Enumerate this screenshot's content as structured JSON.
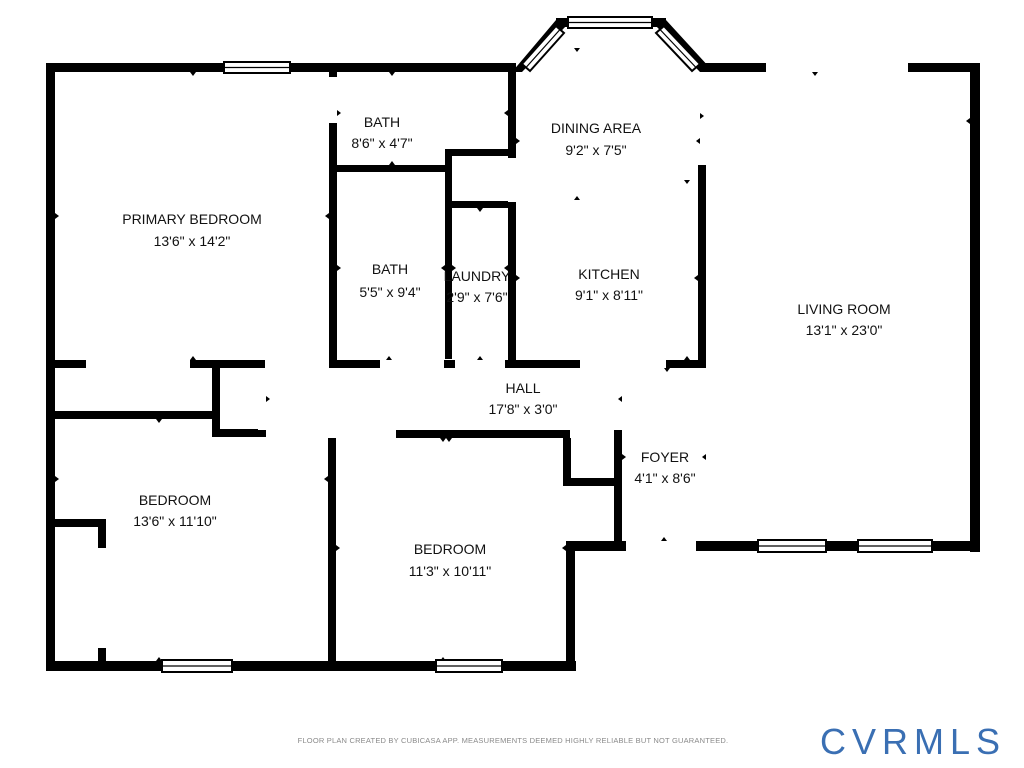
{
  "rooms": [
    {
      "id": "primary-bedroom",
      "name": "PRIMARY BEDROOM",
      "dim": "13'6\" x 14'2\""
    },
    {
      "id": "bath-upper",
      "name": "BATH",
      "dim": "8'6\" x 4'7\""
    },
    {
      "id": "bath-lower",
      "name": "BATH",
      "dim": "5'5\" x 9'4\""
    },
    {
      "id": "laundry",
      "name": "LAUNDRY",
      "dim": "2'9\" x 7'6\""
    },
    {
      "id": "dining-area",
      "name": "DINING AREA",
      "dim": "9'2\" x 7'5\""
    },
    {
      "id": "kitchen",
      "name": "KITCHEN",
      "dim": "9'1\" x 8'11\""
    },
    {
      "id": "living-room",
      "name": "LIVING ROOM",
      "dim": "13'1\" x 23'0\""
    },
    {
      "id": "hall",
      "name": "HALL",
      "dim": "17'8\" x 3'0\""
    },
    {
      "id": "foyer",
      "name": "FOYER",
      "dim": "4'1\" x 8'6\""
    },
    {
      "id": "bedroom-left",
      "name": "BEDROOM",
      "dim": "13'6\" x 11'10\""
    },
    {
      "id": "bedroom-middle",
      "name": "BEDROOM",
      "dim": "11'3\" x 10'11\""
    }
  ],
  "footer": {
    "disclaimer": "FLOOR PLAN CREATED BY CUBICASA APP. MEASUREMENTS DEEMED HIGHLY RELIABLE BUT NOT GUARANTEED.",
    "brand": "CVRMLS",
    "brand_color": "#3a6fb3"
  }
}
